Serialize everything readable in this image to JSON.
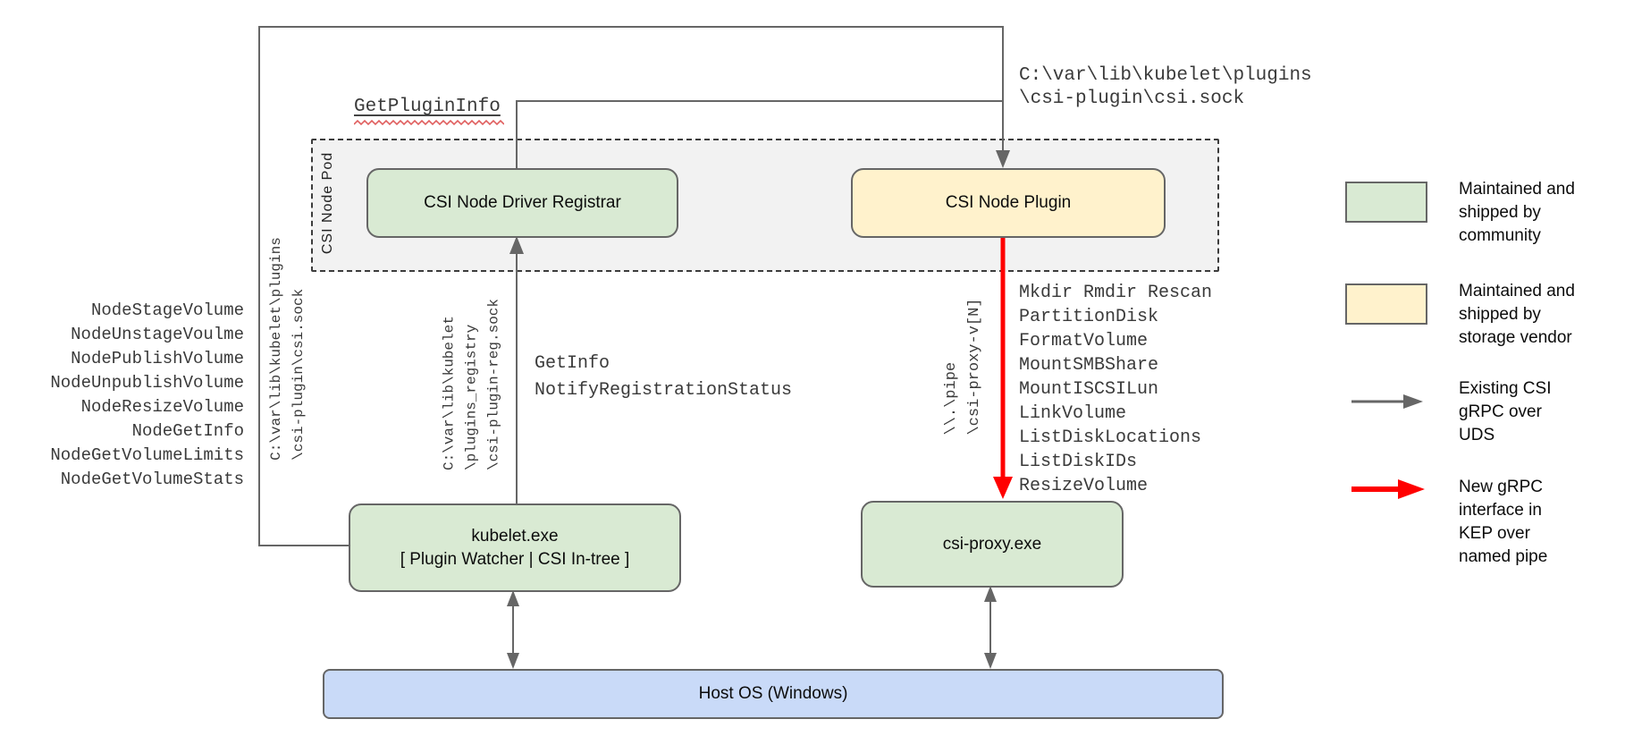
{
  "diagram": {
    "pod_label": "CSI Node Pod",
    "nodes": {
      "registrar": "CSI Node Driver Registrar",
      "plugin": "CSI Node Plugin",
      "kubelet": "kubelet.exe\n[ Plugin Watcher | CSI In-tree ]",
      "csi_proxy": "csi-proxy.exe",
      "host_os": "Host OS (Windows)"
    },
    "labels": {
      "get_plugin_info": "GetPluginInfo",
      "csi_sock_path_top": "C:\\var\\lib\\kubelet\\plugins\n\\csi-plugin\\csi.sock",
      "csi_sock_path_vertical": "C:\\var\\lib\\kubelet\\plugins\n\\csi-plugin\\csi.sock",
      "registration_sock_vertical": "C:\\var\\lib\\kubelet\n\\plugins_registry\n\\csi-plugin-reg.sock",
      "registration_calls": "GetInfo\nNotifyRegistrationStatus",
      "pipe_path_vertical": "\\\\.\\pipe\n\\csi-proxy-v[N]"
    },
    "left_calls": [
      "NodeStageVolume",
      "NodeUnstageVoulme",
      "NodePublishVolume",
      "NodeUnpublishVolume",
      "NodeResizeVolume",
      "NodeGetInfo",
      "NodeGetVolumeLimits",
      "NodeGetVolumeStats"
    ],
    "proxy_calls": [
      "Mkdir Rmdir Rescan",
      "PartitionDisk",
      "FormatVolume",
      "MountSMBShare",
      "MountISCSILun",
      "LinkVolume",
      "ListDiskLocations",
      "ListDiskIDs",
      "ResizeVolume"
    ],
    "legend": {
      "community": "Maintained and\nshipped by\ncommunity",
      "vendor": "Maintained and\nshipped by\nstorage vendor",
      "uds": "Existing CSI\ngRPC over\nUDS",
      "pipe": "New gRPC\ninterface in\nKEP over\nnamed pipe"
    },
    "colors": {
      "community_green": "#d9ead3",
      "vendor_yellow": "#fff2cc",
      "host_blue": "#c9daf8",
      "pod_gray": "#f2f2f2",
      "line_gray": "#666666",
      "new_interface_red": "#ff0000"
    }
  }
}
